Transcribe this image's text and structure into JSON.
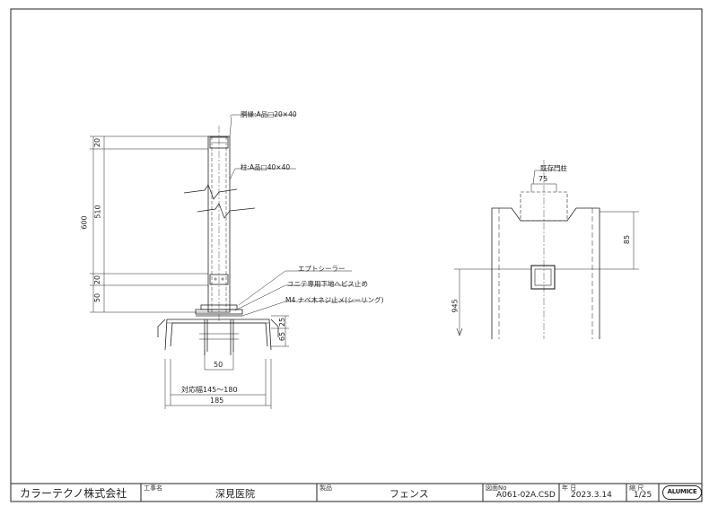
{
  "title_block": {
    "company": "カラーテクノ株式会社",
    "project_label": "工事名",
    "project_name": "深見医院",
    "product_label": "製品",
    "product_name": "フェンス",
    "drawing_no_label": "図面No",
    "drawing_no": "A061-02A.CSD",
    "date_label": "年 日",
    "date": "2023.3.14",
    "scale_label": "縮 尺",
    "scale": "1/25",
    "logo_text": "ALUMICE"
  },
  "left_view": {
    "dimensions": {
      "total_height": "600",
      "top_band": "20",
      "middle": "510",
      "lower_band": "20",
      "bottom": "50",
      "bolt_spacing": "50",
      "base_a": "25",
      "base_b": "65",
      "adjust_range": "対応幅145～180",
      "width": "185"
    },
    "annotations": {
      "rail": "胴縁:A品□20×40",
      "post": "柱:A品□40×40",
      "sealer": "エプトシーラー",
      "unit_screw": "ユニテ専用下地へビス止め",
      "m4_screw": "M4 ナベ木ネジ止メ(シーリング)"
    }
  },
  "right_view": {
    "dimensions": {
      "width_75": "75",
      "drop_85": "85",
      "height_945": "945"
    },
    "annotations": {
      "cap_label": "既存門柱"
    }
  }
}
